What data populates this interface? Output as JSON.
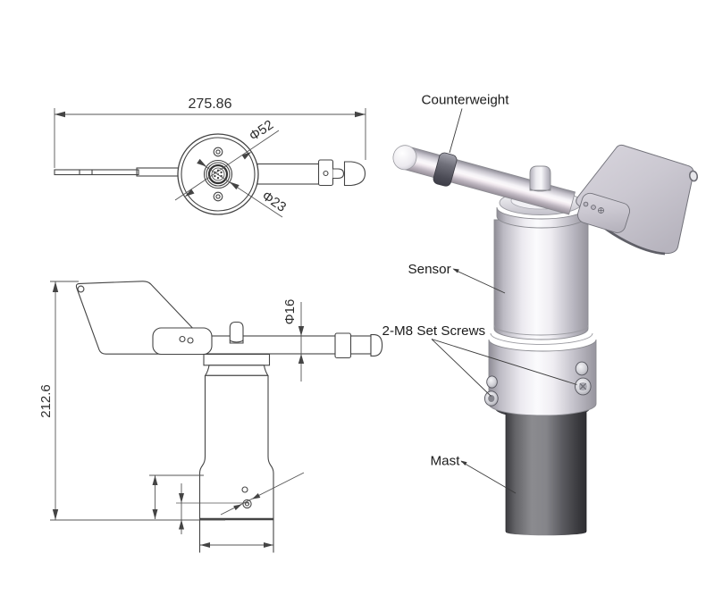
{
  "page": {
    "background": "#ffffff",
    "description": "Wind direction sensor (wind vane) technical drawing: dimensioned top view, dimensioned side view, and labeled 3D render"
  },
  "views": {
    "top": {
      "overall_width": "275.86",
      "body_diameter": "Φ52",
      "connector_diameter": "Φ23"
    },
    "side": {
      "overall_height": "212.6",
      "arm_diameter": "Φ16"
    },
    "render": {
      "labels": {
        "counterweight": "Counterweight",
        "sensor": "Sensor",
        "set_screws": "2-M8 Set Screws",
        "mast": "Mast"
      }
    }
  },
  "colors": {
    "line": "#444444",
    "dimension_line": "#555555",
    "label_text": "#1b1b1b",
    "metal_highlight": "#fbfbfd",
    "metal_mid": "#c6c4cc",
    "metal_dark": "#8e8c95",
    "vane_plate": "#cac7d0",
    "counterweight_ring": "#5a5a64",
    "mast": "#4a4a4e",
    "background": "#ffffff"
  }
}
